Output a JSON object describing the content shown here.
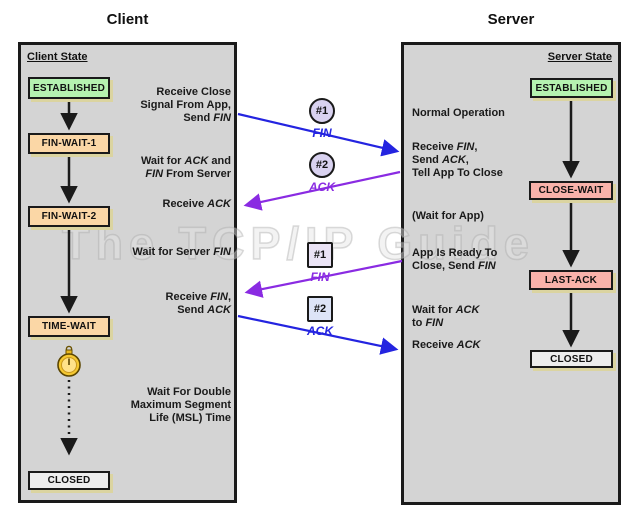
{
  "diagram": {
    "watermark": "The TCP/IP Guide",
    "colors": {
      "panel_gray": "#d4d4d4",
      "shadow_khaki": "#dbd4a0",
      "fin_blue": "#2424e0",
      "ack_purple": "#8a2be2",
      "arrow_black": "#1a1a1a"
    },
    "client": {
      "title": "Client",
      "heading": "Client State",
      "states": [
        {
          "label": "ESTABLISHED",
          "color": "#b5f2b0"
        },
        {
          "label": "FIN-WAIT-1",
          "color": "#fbd7a6"
        },
        {
          "label": "FIN-WAIT-2",
          "color": "#fbd7a6"
        },
        {
          "label": "TIME-WAIT",
          "color": "#fbd7a6"
        },
        {
          "label": "CLOSED",
          "color": "#ededed"
        }
      ],
      "notes": {
        "receive_close": [
          {
            "t": "Receive Close\nSignal From App,\nSend "
          },
          {
            "t": "FIN",
            "i": true
          }
        ],
        "wait_ack_fin": [
          {
            "t": "Wait for "
          },
          {
            "t": "ACK",
            "i": true
          },
          {
            "t": " and\n"
          },
          {
            "t": "FIN",
            "i": true
          },
          {
            "t": " From Server"
          }
        ],
        "receive_ack": [
          {
            "t": "Receive "
          },
          {
            "t": "ACK",
            "i": true
          }
        ],
        "wait_server_fin": [
          {
            "t": "Wait for Server "
          },
          {
            "t": "FIN",
            "i": true
          }
        ],
        "receive_fin_send_ack": [
          {
            "t": "Receive "
          },
          {
            "t": "FIN",
            "i": true
          },
          {
            "t": ",\nSend "
          },
          {
            "t": "ACK",
            "i": true
          }
        ],
        "wait_msl": [
          {
            "t": "Wait For Double\nMaximum Segment\nLife (MSL) Time"
          }
        ]
      }
    },
    "server": {
      "title": "Server",
      "heading": "Server State",
      "states": [
        {
          "label": "ESTABLISHED",
          "color": "#b5f2b0"
        },
        {
          "label": "CLOSE-WAIT",
          "color": "#f9b2aa"
        },
        {
          "label": "LAST-ACK",
          "color": "#f9b2aa"
        },
        {
          "label": "CLOSED",
          "color": "#ededed"
        }
      ],
      "notes": {
        "normal_operation": [
          {
            "t": "Normal Operation"
          }
        ],
        "receive_fin": [
          {
            "t": "Receive "
          },
          {
            "t": "FIN",
            "i": true
          },
          {
            "t": ",\nSend "
          },
          {
            "t": "ACK",
            "i": true
          },
          {
            "t": ",\nTell App To Close"
          }
        ],
        "wait_app": [
          {
            "t": "(Wait for App)"
          }
        ],
        "app_ready": [
          {
            "t": "App Is Ready To\nClose, Send "
          },
          {
            "t": "FIN",
            "i": true
          }
        ],
        "wait_ack": [
          {
            "t": "Wait for "
          },
          {
            "t": "ACK",
            "i": true
          },
          {
            "t": "\nto "
          },
          {
            "t": "FIN",
            "i": true
          }
        ],
        "receive_ack": [
          {
            "t": "Receive "
          },
          {
            "t": "ACK",
            "i": true
          }
        ]
      }
    },
    "messages": {
      "fin1": {
        "num": "#1",
        "label": "FIN",
        "shape": "circle",
        "fill": "#d9d2f0",
        "label_color": "#2424e0"
      },
      "ack1": {
        "num": "#2",
        "label": "ACK",
        "shape": "circle",
        "fill": "#d9d2f0",
        "label_color": "#8a2be2"
      },
      "fin2": {
        "num": "#1",
        "label": "FIN",
        "shape": "square",
        "fill": "#eae3f5",
        "label_color": "#8a2be2"
      },
      "ack2": {
        "num": "#2",
        "label": "ACK",
        "shape": "square",
        "fill": "#dde4f7",
        "label_color": "#2424e0"
      }
    }
  }
}
